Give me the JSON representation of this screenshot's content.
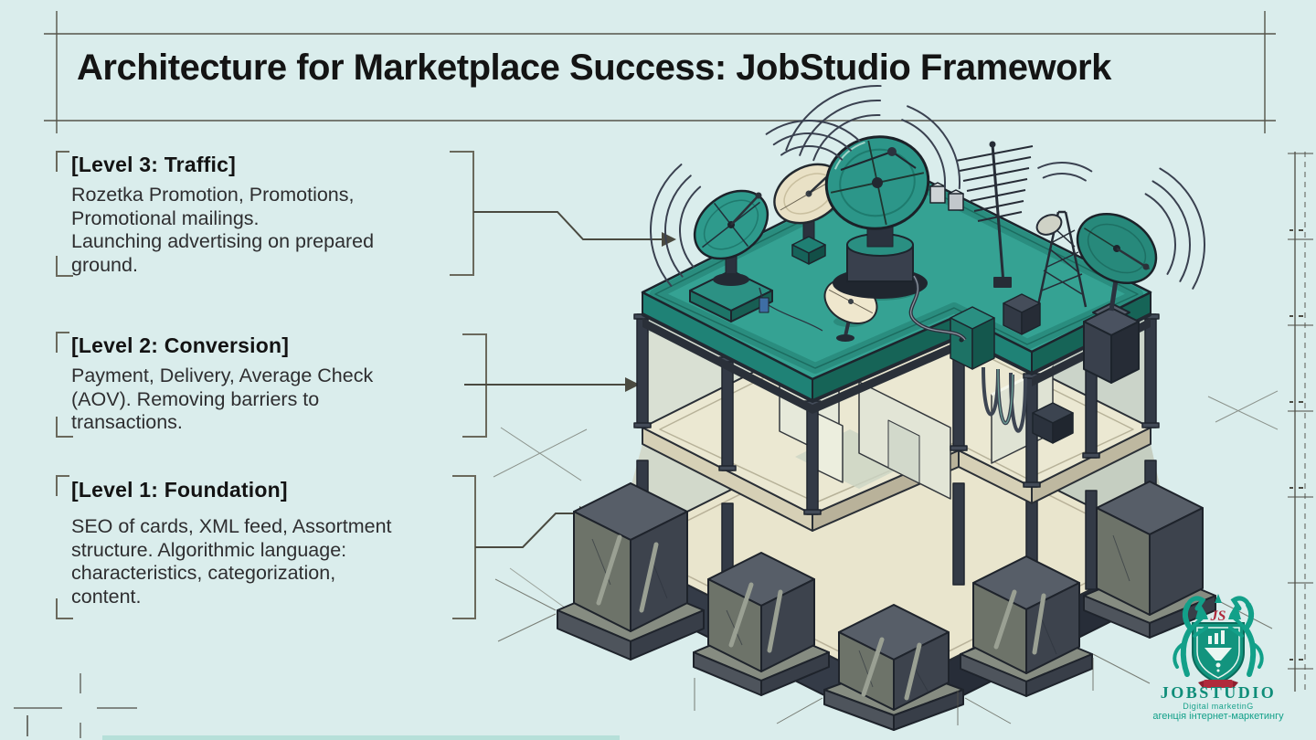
{
  "slide": {
    "title": "Architecture for Marketplace Success: JobStudio Framework"
  },
  "levels": [
    {
      "id": "level-3",
      "heading": "[Level 3: Traffic]",
      "body": "Rozetka Promotion, Promotions,\nPromotional mailings.\nLaunching advertising on prepared\nground."
    },
    {
      "id": "level-2",
      "heading": "[Level 2: Conversion]",
      "body": "Payment, Delivery, Average Check\n(AOV). Removing barriers to\ntransactions."
    },
    {
      "id": "level-1",
      "heading": "[Level 1: Foundation]",
      "body": "SEO of cards, XML feed, Assortment\nstructure. Algorithmic language:\ncharacteristics, categorization,\ncontent."
    }
  ],
  "logo": {
    "monogram": "JS",
    "name": "JOBSTUDIO",
    "tagline": "Digital marketinG",
    "subtitle": "агенція інтернет-маркетингу"
  },
  "colors": {
    "background": "#daedec",
    "accent_teal": "#2f9c8d",
    "ink": "#141414",
    "draft_line": "#55544a",
    "logo_teal": "#12a089",
    "logo_red": "#b02a3c"
  }
}
